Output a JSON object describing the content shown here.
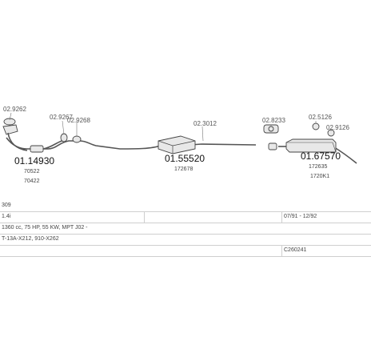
{
  "diagram": {
    "parts": [
      {
        "code": "01.14930",
        "refs": [
          "70522",
          "70422"
        ]
      },
      {
        "code": "01.55520",
        "refs": [
          "172678"
        ]
      },
      {
        "code": "01.67570",
        "refs": [
          "172635",
          "1720K1"
        ]
      }
    ],
    "fittings": [
      "02.9262",
      "02.9267",
      "02.9268",
      "02.3012",
      "02.8233",
      "02.5126",
      "02.9126"
    ]
  },
  "vehicle": {
    "model": "309",
    "engine": "1.4i",
    "production": "07/91 - 12/92",
    "spec": "1360 cc, 75 HP, 55 KW, MPT J02 -",
    "notes": "T-13A-X212, 910-X262",
    "catalog_code": "C260241"
  }
}
